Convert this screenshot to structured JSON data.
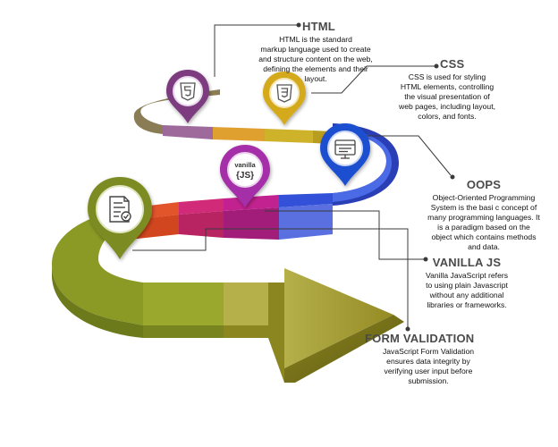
{
  "steps": [
    {
      "title": "HTML",
      "desc": [
        "HTML is the standard",
        "markup language used to create",
        "and structure content on the web,",
        "defining the elements and their",
        "layout."
      ],
      "color": "#7d3a80",
      "icon": "html5-shield-icon"
    },
    {
      "title": "CSS",
      "desc": [
        "CSS is used for styling",
        "HTML elements, controlling",
        "the visual presentation of",
        "web pages, including layout,",
        "colors, and fonts."
      ],
      "color": "#d4aa1f",
      "icon": "css3-shield-icon"
    },
    {
      "title": "OOPS",
      "desc": [
        "Object-Oriented Programming",
        "System  is the basi c concept of",
        "many programming languages. It",
        "is a paradigm based on the",
        "object which contains methods",
        "and data."
      ],
      "color": "#1f4fd0",
      "icon": "browser-window-icon"
    },
    {
      "title": "VANILLA JS",
      "desc": [
        "Vanilla JavaScript refers",
        "to using plain Javascript",
        "without any additional",
        "libraries or frameworks."
      ],
      "color": "#a52fa9",
      "icon": "vanilla-js-icon"
    },
    {
      "title": "FORM VALIDATION",
      "desc": [
        "JavaScript Form Validation",
        "ensures data integrity by",
        "verifying user input before",
        "submission."
      ],
      "color": "#7d8c20",
      "icon": "checklist-document-icon"
    }
  ],
  "icon_text": {
    "vanilla_top": "vanilla",
    "vanilla_bottom": "{JS}"
  },
  "colors": {
    "olive": "#8a9a25",
    "olive_dark": "#6d7a1b",
    "gold": "#c8b02e",
    "orange": "#e2542a",
    "magenta": "#c4229e",
    "blue": "#2b49c9",
    "purple": "#8a3d8c",
    "mauve": "#9e6a9c",
    "leader": "#3a3a3a"
  }
}
